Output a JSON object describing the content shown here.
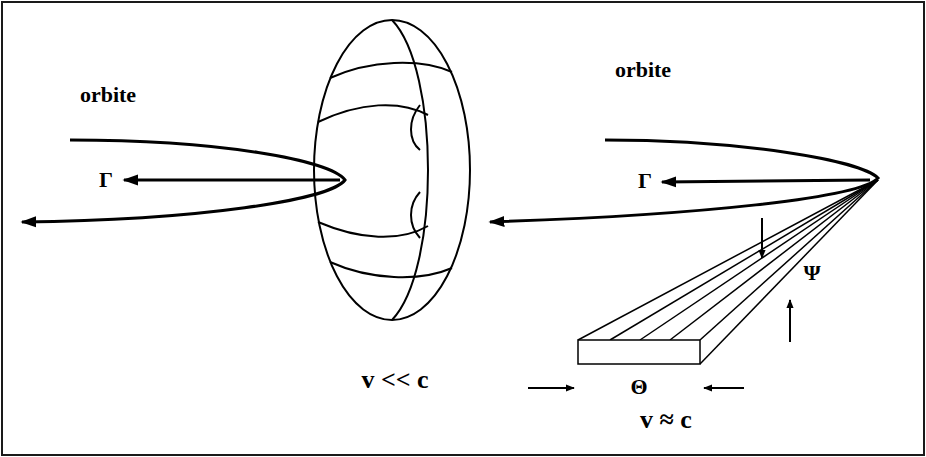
{
  "diagram": {
    "labels": [
      "orbite",
      "Γ",
      "v << c",
      "orbite",
      "Γ",
      "Ψ",
      "Θ",
      "v ≈ c"
    ]
  }
}
